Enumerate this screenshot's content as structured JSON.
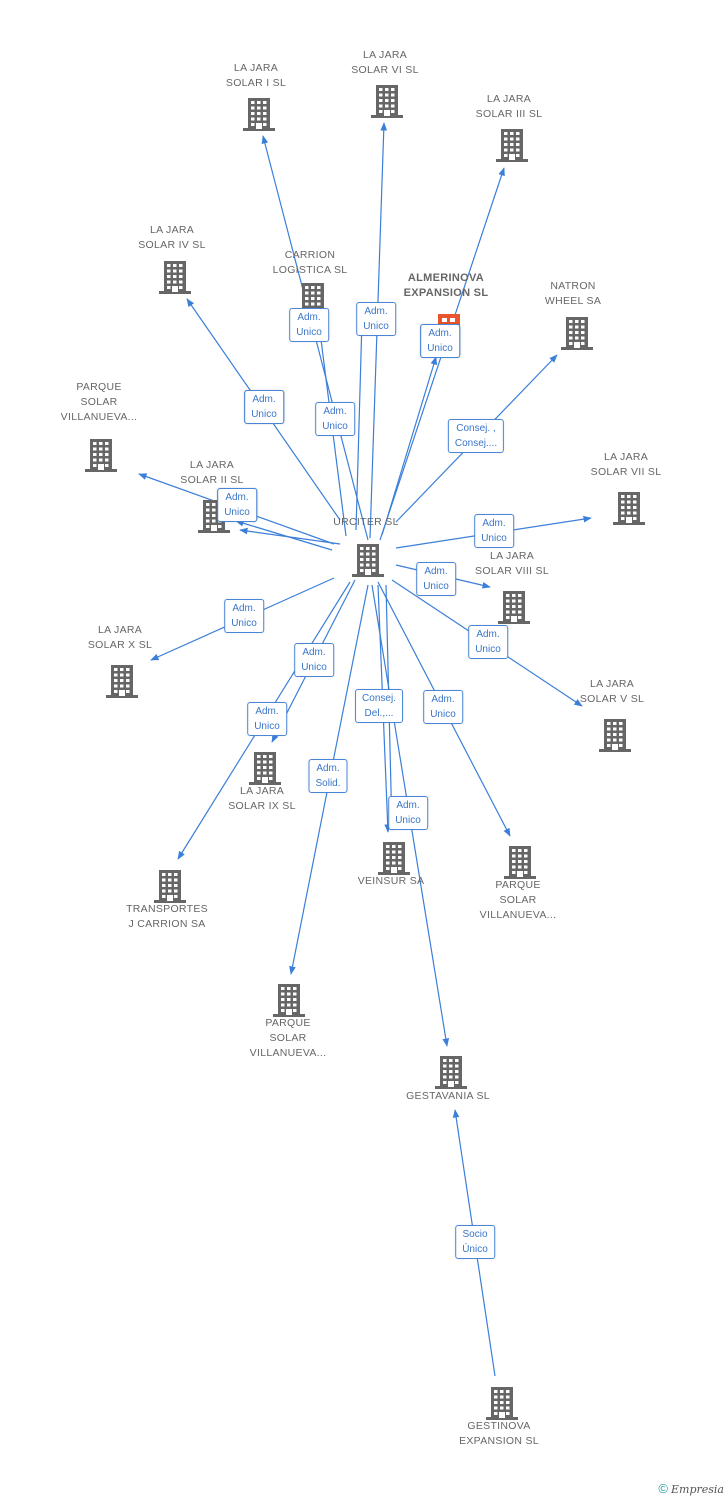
{
  "diagram": {
    "nodes": [
      {
        "id": "urciter",
        "label": "URCITER SL"
      },
      {
        "id": "jara1",
        "label": "LA JARA\nSOLAR I SL"
      },
      {
        "id": "jara6",
        "label": "LA JARA\nSOLAR VI SL"
      },
      {
        "id": "jara3",
        "label": "LA JARA\nSOLAR III SL"
      },
      {
        "id": "jara4",
        "label": "LA JARA\nSOLAR IV SL"
      },
      {
        "id": "carrion",
        "label": "CARRION\nLOGISTICA SL"
      },
      {
        "id": "almerinova",
        "label": "ALMERINOVA\nEXPANSION SL",
        "highlight": true
      },
      {
        "id": "natron",
        "label": "NATRON\nWHEEL SA"
      },
      {
        "id": "parque1",
        "label": "PARQUE\nSOLAR\nVILLANUEVA..."
      },
      {
        "id": "jara2",
        "label": "LA JARA\nSOLAR II SL"
      },
      {
        "id": "jara7",
        "label": "LA JARA\nSOLAR VII SL"
      },
      {
        "id": "jara8",
        "label": "LA JARA\nSOLAR VIII SL"
      },
      {
        "id": "jara10",
        "label": "LA JARA\nSOLAR X SL"
      },
      {
        "id": "jara5",
        "label": "LA JARA\nSOLAR V SL"
      },
      {
        "id": "jara9",
        "label": "LA JARA\nSOLAR IX SL"
      },
      {
        "id": "transportes",
        "label": "TRANSPORTES\nJ CARRION SA"
      },
      {
        "id": "veinsur",
        "label": "VEINSUR SA"
      },
      {
        "id": "parque2",
        "label": "PARQUE\nSOLAR\nVILLANUEVA..."
      },
      {
        "id": "parque3",
        "label": "PARQUE\nSOLAR\nVILLANUEVA..."
      },
      {
        "id": "gestavania",
        "label": "GESTAVANIA SL"
      },
      {
        "id": "gestinova",
        "label": "GESTINOVA\nEXPANSION SL"
      }
    ],
    "edges": [
      {
        "from": "urciter",
        "to": "jara1",
        "label": "Adm.\nUnico"
      },
      {
        "from": "urciter",
        "to": "jara6",
        "label": "Adm.\nUnico"
      },
      {
        "from": "urciter",
        "to": "jara3",
        "label": "Adm.\nUnico"
      },
      {
        "from": "urciter",
        "to": "jara4",
        "label": "Adm.\nUnico"
      },
      {
        "from": "urciter",
        "to": "carrion",
        "label": "Adm.\nUnico"
      },
      {
        "from": "urciter",
        "to": "almerinova",
        "label": "Adm.\nUnico"
      },
      {
        "from": "urciter",
        "to": "natron",
        "label": "Consej. ,\nConsej...."
      },
      {
        "from": "urciter",
        "to": "parque1",
        "label": "Adm.\nUnico"
      },
      {
        "from": "urciter",
        "to": "jara2",
        "label": "Adm.\nUnico"
      },
      {
        "from": "urciter",
        "to": "jara7",
        "label": "Adm.\nUnico"
      },
      {
        "from": "urciter",
        "to": "jara8",
        "label": "Adm.\nUnico"
      },
      {
        "from": "urciter",
        "to": "jara10",
        "label": "Adm.\nUnico"
      },
      {
        "from": "urciter",
        "to": "jara5",
        "label": "Adm.\nUnico"
      },
      {
        "from": "urciter",
        "to": "jara9",
        "label": "Adm.\nUnico"
      },
      {
        "from": "urciter",
        "to": "transportes",
        "label": "Adm.\nUnico"
      },
      {
        "from": "urciter",
        "to": "veinsur",
        "label": "Consej.\nDel.,..."
      },
      {
        "from": "urciter",
        "to": "veinsur",
        "label": "Adm.\nSolid."
      },
      {
        "from": "urciter",
        "to": "parque2",
        "label": "Adm.\nUnico"
      },
      {
        "from": "urciter",
        "to": "parque3",
        "label": "Adm.\nUnico"
      },
      {
        "from": "urciter",
        "to": "gestavania",
        "label": ""
      },
      {
        "from": "urciter",
        "to": "carrion",
        "label": "Adm.\nUnico"
      },
      {
        "from": "urciter",
        "to": "almerinova",
        "label": "Adm.\nUnico"
      },
      {
        "from": "gestinova",
        "to": "gestavania",
        "label": "Socio\nÚnico"
      }
    ]
  },
  "footer": {
    "copyright": "©",
    "brand": "Empresia"
  },
  "colors": {
    "edge": "#3b7fd9",
    "node": "#666666",
    "highlight": "#e8552e"
  }
}
